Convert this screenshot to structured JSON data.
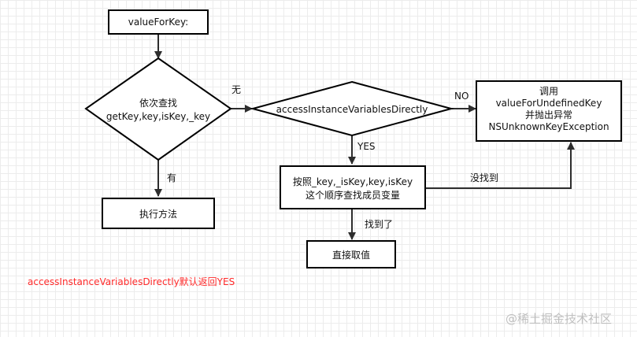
{
  "nodes": {
    "start": "valueForKey:",
    "decision1": [
      "依次查找",
      "getKey,key,isKey,_key"
    ],
    "decision2": "accessInstanceVariablesDirectly",
    "undefined": [
      "调用",
      "valueForUndefinedKey",
      "并抛出异常",
      "NSUnknownKeyException"
    ],
    "search_ivars": [
      "按照_key,_isKey,key,isKey",
      "这个顺序查找成员变量"
    ],
    "execute": "执行方法",
    "get_value": "直接取值"
  },
  "edge_labels": {
    "none": "无",
    "has": "有",
    "no": "NO",
    "yes": "YES",
    "not_found": "没找到",
    "found": "找到了"
  },
  "note": {
    "text": "accessInstanceVariablesDirectly默认返回YES",
    "color": "#ff2a2a"
  },
  "watermark": "@稀土掘金技术社区"
}
